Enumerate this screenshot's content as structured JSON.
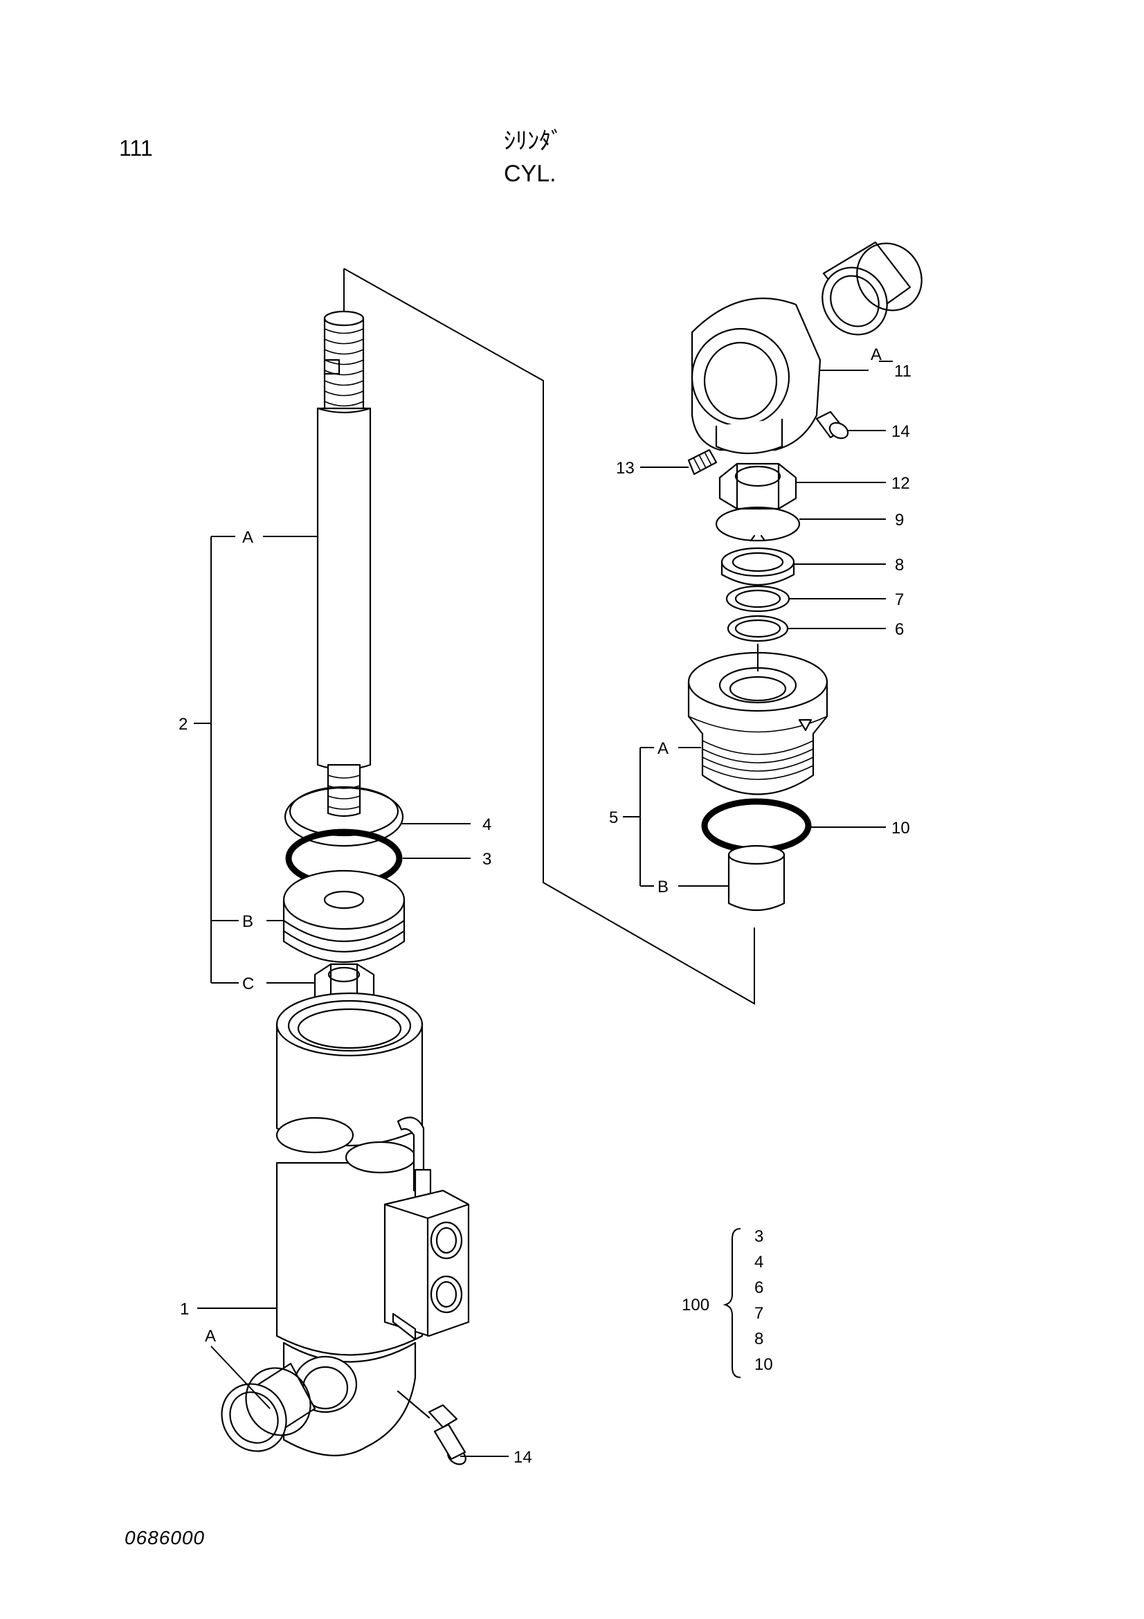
{
  "header": {
    "page_number": "111",
    "title_jp": "ｼﾘﾝﾀﾞ",
    "title_en": "CYL."
  },
  "footer": {
    "code": "0686000"
  },
  "callouts": {
    "rod_group": "2",
    "rod_group_A": "A",
    "rod_group_B": "B",
    "rod_group_C": "C",
    "seal_4": "4",
    "oring_3": "3",
    "tube": "1",
    "tube_A": "A",
    "fitting_14_bottom": "14",
    "eye_11": "11",
    "eye_A": "A",
    "fitting_14_top": "14",
    "screw_13": "13",
    "nut_12": "12",
    "ring_9": "9",
    "ring_8": "8",
    "ring_7": "7",
    "ring_6": "6",
    "head_group": "5",
    "head_A": "A",
    "head_B": "B",
    "oring_10": "10"
  },
  "kit": {
    "number": "100",
    "items": [
      "3",
      "4",
      "6",
      "7",
      "8",
      "10"
    ]
  }
}
